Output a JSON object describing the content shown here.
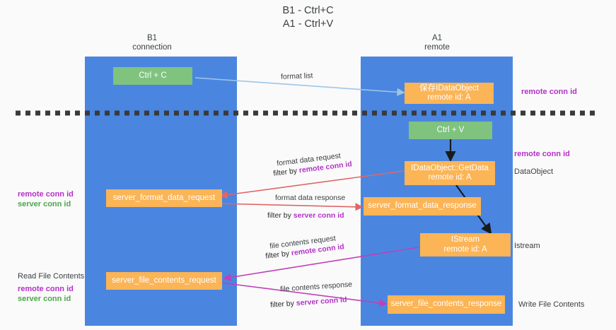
{
  "title": {
    "line1": "B1 - Ctrl+C",
    "line2": "A1 - Ctrl+V"
  },
  "columns": [
    {
      "id": "b1",
      "name": "B1",
      "sub": "connection"
    },
    {
      "id": "a1",
      "name": "A1",
      "sub": "remote"
    }
  ],
  "boxes": {
    "ctrl_c": "Ctrl + C",
    "ctrl_v": "Ctrl + V",
    "save_idataobject_l1": "保存IDataObject",
    "save_idataobject_l2": "remote id: A",
    "getdata_l1": "IDataObject::GetData",
    "getdata_l2": "remote id: A",
    "istream_l1": "IStream",
    "istream_l2": "remote id: A",
    "server_format_data_request": "server_format_data_request",
    "server_format_data_response": "server_format_data_response",
    "server_file_contents_request": "server_file_contents_request",
    "server_file_contents_response": "server_file_contents_response"
  },
  "edge_labels": {
    "format_list": "format list",
    "format_data_request": "format data request",
    "format_data_request_filter_prefix": "filter by ",
    "format_data_request_filter_key": "remote conn id",
    "format_data_response": "format data response",
    "format_data_response_filter_prefix": "filter by ",
    "format_data_response_filter_key": "server conn id",
    "file_contents_request": "file contents request",
    "file_contents_request_filter_prefix": "filter by ",
    "file_contents_request_filter_key": "remote conn id",
    "file_contents_response": "file contents response",
    "file_contents_response_filter_prefix": "filter by ",
    "file_contents_response_filter_key": "server conn id"
  },
  "annotations": {
    "right_remote_conn_id_top": "remote conn id",
    "right_remote_conn_id_mid": "remote conn id",
    "right_dataobject": "DataObject",
    "right_istream": "Istream",
    "right_write_file_contents": "Write File Contents",
    "left_remote_conn_id_1": "remote conn id",
    "left_server_conn_id_1": "server conn id",
    "left_read_file_contents": "Read File Contents",
    "left_remote_conn_id_2": "remote conn id",
    "left_server_conn_id_2": "server conn id"
  },
  "colors": {
    "lane": "#4a86e0",
    "box_green": "#7fc37f",
    "box_orange": "#fbb456",
    "arrow_blue": "#9ec5e8",
    "arrow_red": "#e06666",
    "arrow_magenta": "#c13fb8",
    "arrow_black": "#1a1a1a",
    "key_purple": "#b530c9",
    "key_green": "#4ea64e",
    "divider": "#3a3a3a",
    "background": "#fafafa"
  }
}
